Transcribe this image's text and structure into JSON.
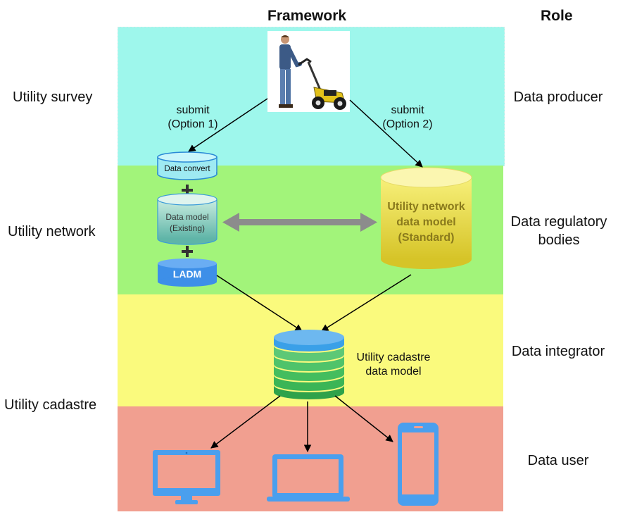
{
  "headers": {
    "framework": "Framework",
    "role": "Role"
  },
  "left_labels": {
    "survey": "Utility survey",
    "network": "Utility network",
    "cadastre": "Utility cadastre"
  },
  "right_labels": {
    "producer": "Data producer",
    "regulatory_line1": "Data regulatory",
    "regulatory_line2": "bodies",
    "integrator": "Data integrator",
    "user": "Data user"
  },
  "arrows": {
    "option1_line1": "submit",
    "option1_line2": "(Option 1)",
    "option2_line1": "submit",
    "option2_line2": "(Option 2)"
  },
  "stack_left": {
    "convert": "Data convert",
    "model_line1": "Data model",
    "model_line2": "(Existing)",
    "ladm": "LADM"
  },
  "standard_model": {
    "line1": "Utility network",
    "line2": "data model",
    "line3": "(Standard)"
  },
  "cadastre_model": {
    "line1": "Utility cadastre",
    "line2": "data model"
  },
  "colors": {
    "survey_band": "#9ef7ec",
    "network_band": "#a2f47a",
    "integrator_band": "#fafa7d",
    "user_band": "#f19f90",
    "device_blue": "#4a9fee"
  }
}
